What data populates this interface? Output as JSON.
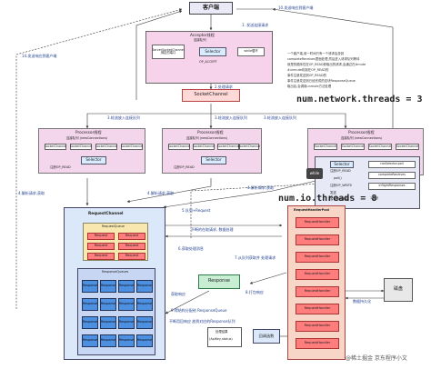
{
  "client": "客户端",
  "acceptor": {
    "title": "Acceptor线程",
    "queue": "连接队列",
    "ssc": "ServerSocketChannel绑定的端口",
    "selector": "Selector",
    "loop": "while循环",
    "op": "OP_ACCEPT"
  },
  "socket_channel": "SocketChannel",
  "processors": [
    {
      "title": "Processor线程",
      "queue": "连接队列 (newConnections)",
      "sock": "SocketChannel",
      "selector": "Selector",
      "reg": "注册OP_READ"
    },
    {
      "title": "Processor线程",
      "queue": "连接队列 (newConnections)",
      "sock": "SocketChannel",
      "selector": "Selector",
      "reg": "注册OP_READ"
    },
    {
      "title": "Processor线程",
      "queue": "连接队列 (newConnections)",
      "sock": "SocketChannel",
      "selector": "Selector",
      "reg": "注册OP_READ"
    }
  ],
  "proc3_detail": {
    "while": "while",
    "selector": "Selector",
    "reg": "注册OP_READ",
    "reg2": "注册OP_WRITE",
    "complete": "completeReceives",
    "inflight": "inflightResponses",
    "poll": "poll()",
    "selector_poll": "nioSelector.poll",
    "last": "1注册",
    "send": "发送",
    "resp_hold": "暂存响应消息"
  },
  "num_network": "num.network.threads = 3",
  "num_io": "num.io.threads = 8",
  "note": [
    "一个客户端,用一时间只有一个请求会放到",
    "completeReceives里面处理,然后进入请求队列等待",
    "就是的顺序性在OP_READ获取出的请求,会通过在#mute",
    "#unmute机制在OP_READ的",
    "事件注册发送到OP_READ的",
    "事件注册发送到已经完成的这块ResponseQueue",
    "取出后,会调用unmute方法处理"
  ],
  "request_channel": {
    "title": "RequestChannel",
    "req_queue": "RequestQueue",
    "requests": [
      "Request",
      "Request",
      "Request",
      "Request",
      "Request",
      "Request"
    ],
    "resp_queue": "ResponseQueues",
    "responses": [
      "Response",
      "Response",
      "Response",
      "Response",
      "Response",
      "Response",
      "Response",
      "Response",
      "Response",
      "Response",
      "Response",
      "Response",
      "Response",
      "Response",
      "Response",
      "Response"
    ]
  },
  "handler_pool": {
    "title": "RequestHandlerPool",
    "handlers": [
      "RequestHandler",
      "RequestHandler",
      "RequestHandler",
      "RequestHandler",
      "RequestHandler",
      "RequestHandler",
      "RequestHandler",
      "RequestHandler"
    ]
  },
  "disk": "磁盘",
  "response": "Response",
  "result": "处理结果",
  "result_sub": "(ApiKey,status)",
  "callback": "回调函数",
  "labels": {
    "l1": "1. 发送连接请求",
    "l2": "10.发送响应到客户端",
    "l3": "14.发送响应到客户端",
    "l4": "2.处理请求",
    "l5": "3.轮流放入连接队列",
    "l6": "3.轮流放入连接队列",
    "l7": "3.轮流放入连接队列",
    "l8": "4.解析请求,获取",
    "l9": "4.解析请求,获取",
    "l10": "4.解析请求,获取",
    "l11": "5.队列+Request",
    "l12": "不断的在取请求, 数据处理",
    "l13": "6.获取处理消息",
    "l14": "7.从队列获取并 处理请求",
    "l15": "8.打包响应",
    "l16": "9.得结构分配给 ResponseQueue",
    "l17": "数据持久化",
    "l18": "获取响应",
    "l19": "不断用回响应 放到对应的Response队列"
  },
  "watermark": "@稀土掘金 京东程序小文"
}
